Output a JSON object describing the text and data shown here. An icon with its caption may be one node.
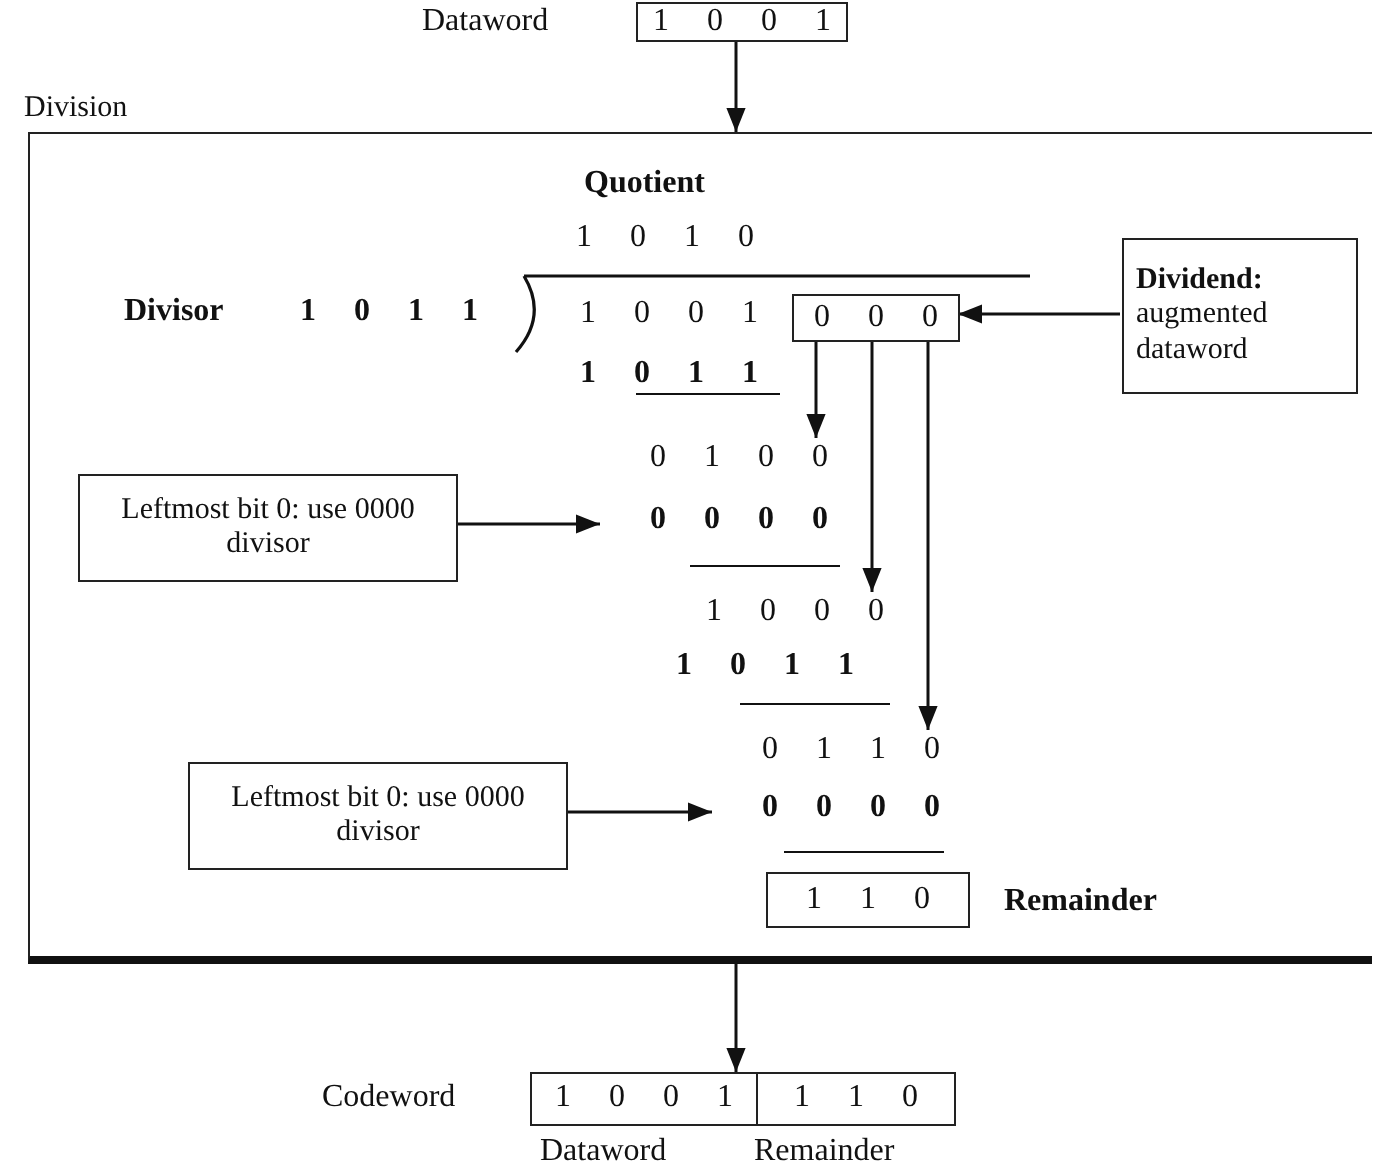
{
  "diagram": {
    "nodes": [
      {
        "text": [
          "1 0 0 1"
        ],
        "beside": [
          "Dataword"
        ]
      },
      {
        "text": [
          "Division"
        ]
      },
      {
        "text": [
          "0 0 0"
        ],
        "in": 1
      },
      {
        "text": [
          "Dividend:",
          "augmented dataword"
        ],
        "in": 1
      },
      {
        "text": [
          "Leftmost bit 0: use 0000 divisor"
        ],
        "in": 1
      },
      {
        "text": [
          "0 1 0 0"
        ],
        "in": 1
      },
      {
        "text": [
          "0 0 0 0"
        ],
        "in": 1
      },
      {
        "text": [
          "1 0 0 0"
        ],
        "in": 1
      },
      {
        "text": [
          "Leftmost bit 0: use 0000 divisor"
        ],
        "in": 1
      },
      {
        "text": [
          "0 1 1 0"
        ],
        "in": 1
      },
      {
        "text": [
          "0 0 0 0"
        ],
        "in": 1
      },
      {
        "text": [
          "1 1 0"
        ],
        "in": 1,
        "beside": [
          "Remainder"
        ]
      },
      {
        "text": [
          "1 0 0 1"
        ],
        "beside": [
          "Codeword",
          "Dataword"
        ]
      },
      {
        "text": [
          "1 1 0"
        ],
        "beside": [
          "Remainder"
        ]
      }
    ],
    "edges": [
      {
        "from": 0,
        "to": 1,
        "arrow": "to"
      },
      {
        "from": 3,
        "to": 2,
        "arrow": "to"
      },
      {
        "from": 2,
        "to": 5,
        "arrow": "to"
      },
      {
        "from": 2,
        "to": 7,
        "arrow": "to"
      },
      {
        "from": 2,
        "to": 9,
        "arrow": "to"
      },
      {
        "from": 4,
        "to": 6,
        "arrow": "to"
      },
      {
        "from": 8,
        "to": 10,
        "arrow": "to"
      },
      {
        "from": 1,
        "to": 12,
        "arrow": "to"
      }
    ],
    "labels": [
      "Quotient",
      "1 0 1 0",
      "Divisor",
      "1 0 1 1",
      "1 0 0 1",
      "1 0 1 1",
      "1 0 1 1"
    ]
  }
}
